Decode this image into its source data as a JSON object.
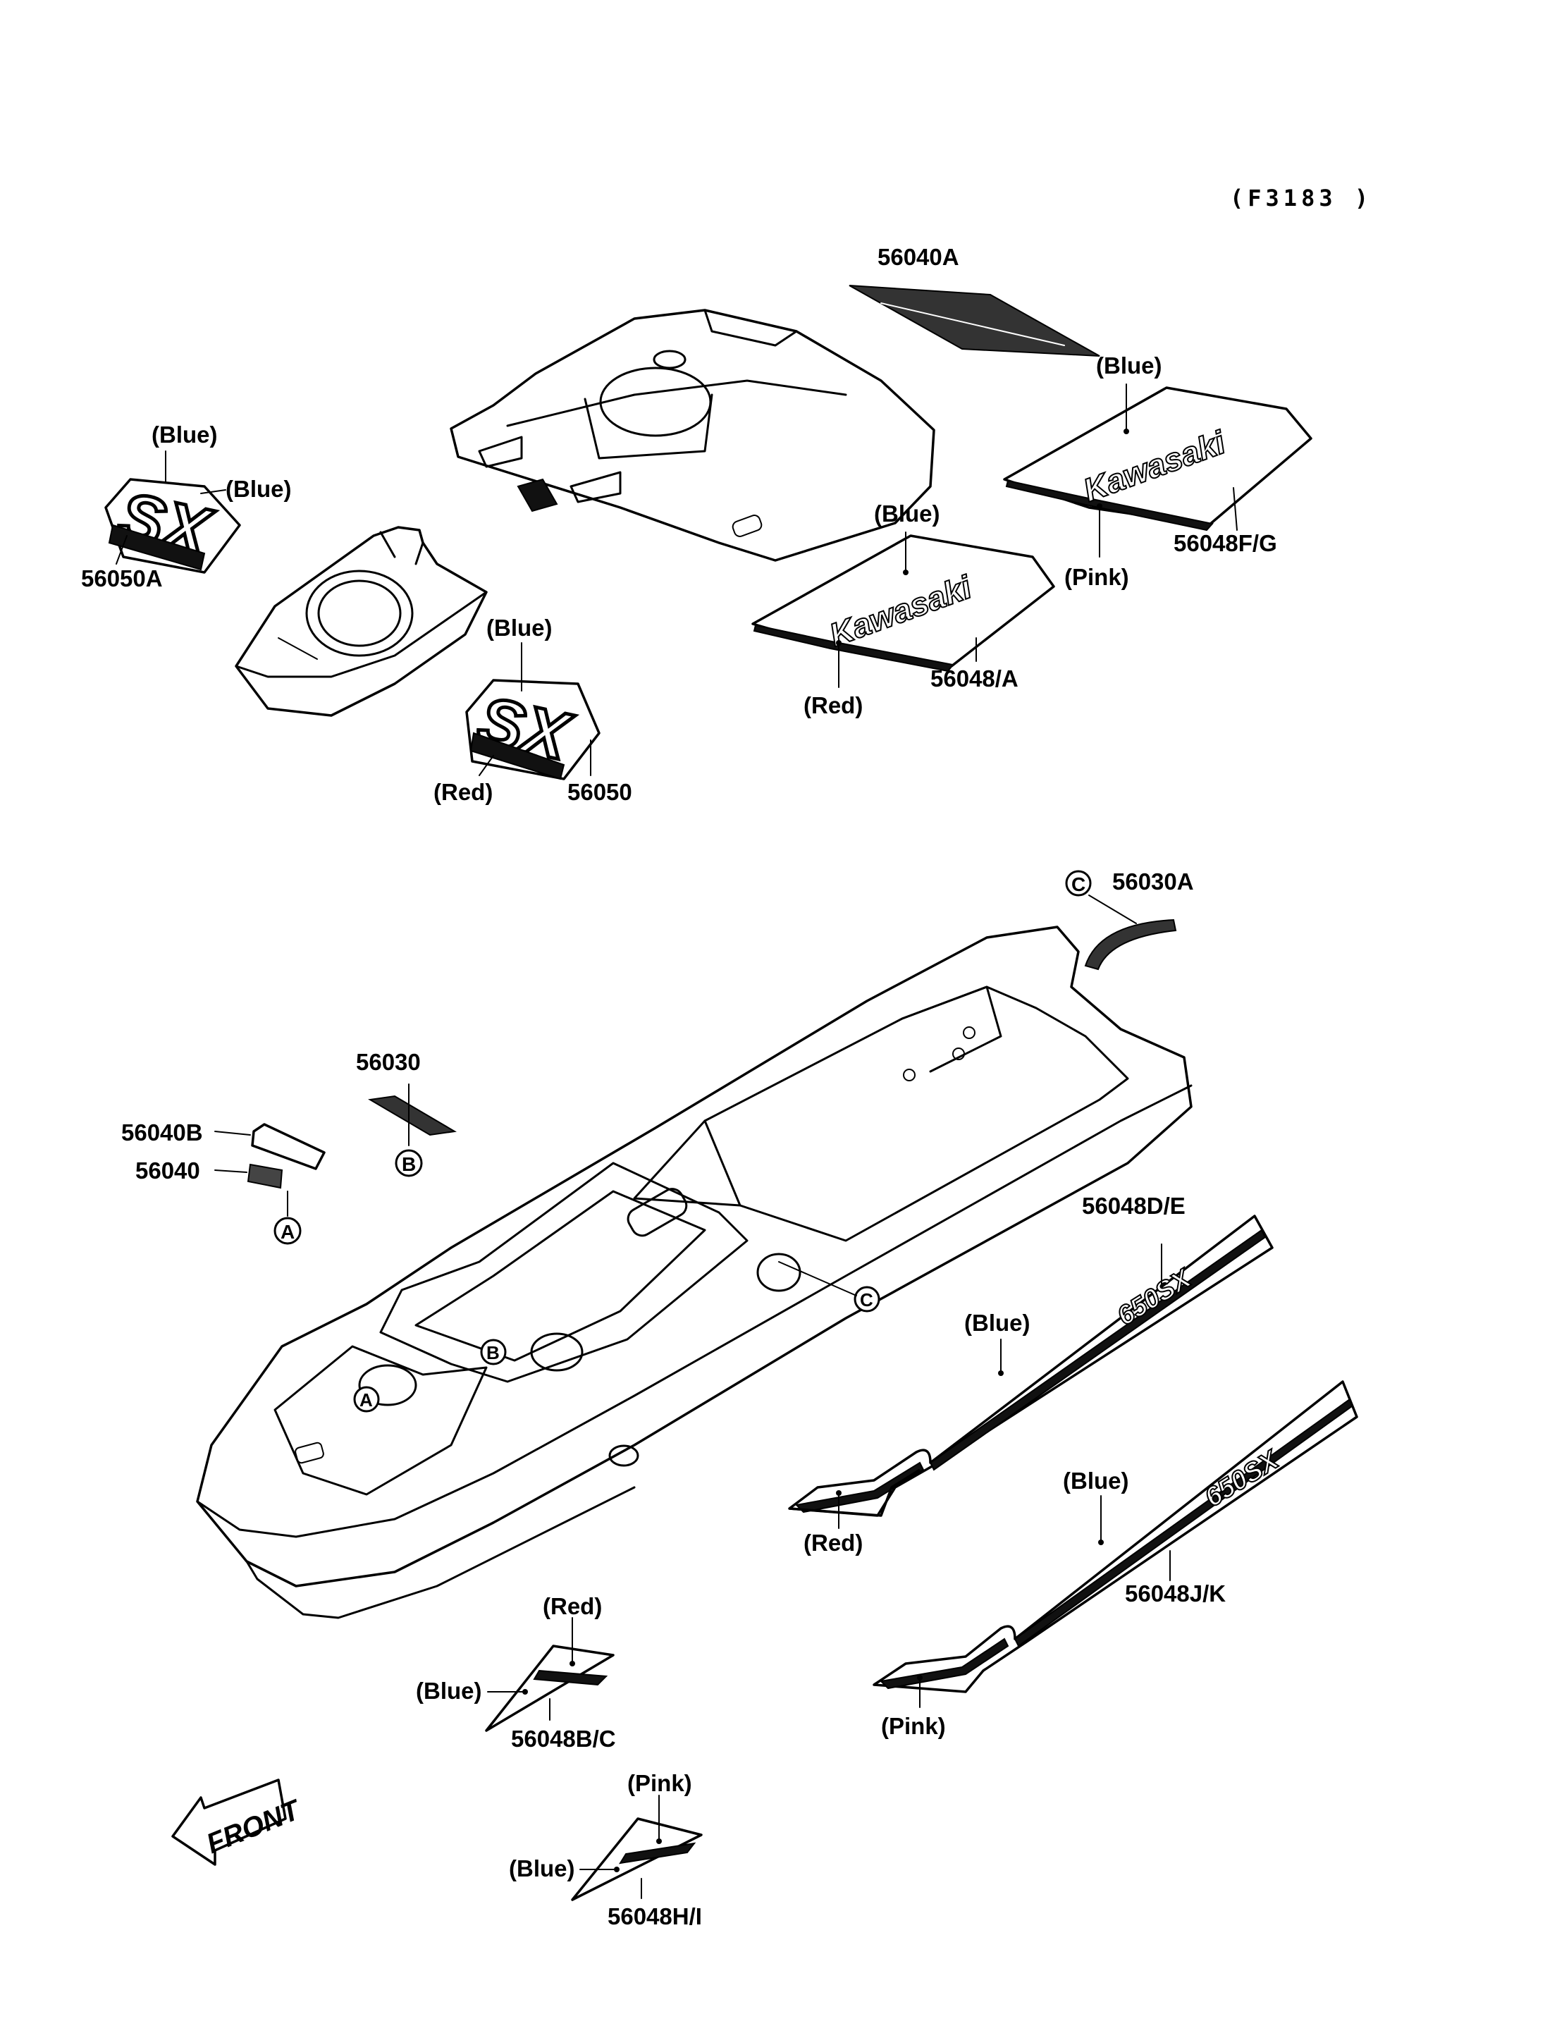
{
  "diagram_code": "(F3183 )",
  "front_label": "FRONT",
  "logo_text": "Kawasaki",
  "sx_logo": "SX",
  "model_logo": "650SX",
  "markers": {
    "a": "A",
    "b": "B",
    "c": "C"
  },
  "parts": {
    "p56040A": "56040A",
    "p56048FG": "56048F/G",
    "p56048A": "56048/A",
    "p56050A": "56050A",
    "p56050": "56050",
    "p56030A": "56030A",
    "p56030": "56030",
    "p56040B": "56040B",
    "p56040": "56040",
    "p56048DE": "56048D/E",
    "p56048JK": "56048J/K",
    "p56048BC": "56048B/C",
    "p56048HI": "56048H/I"
  },
  "colors": {
    "blue": "(Blue)",
    "red": "(Red)",
    "pink": "(Pink)"
  }
}
